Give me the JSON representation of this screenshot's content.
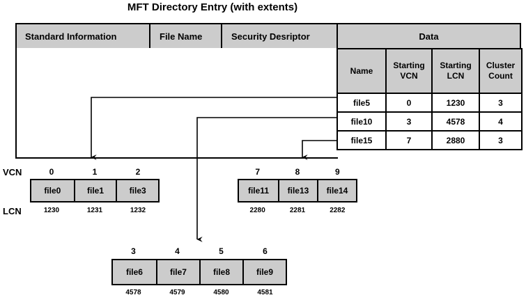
{
  "title": "MFT Directory Entry (with extents)",
  "mft_record": {
    "attributes": [
      {
        "label": "Standard Information"
      },
      {
        "label": "File Name"
      },
      {
        "label": "Security Desriptor"
      },
      {
        "label": "Data"
      }
    ]
  },
  "extents_table": {
    "columns": [
      "Name",
      "Starting VCN",
      "Starting LCN",
      "Cluster Count"
    ],
    "column_lines": [
      [
        "Name",
        ""
      ],
      [
        "Starting",
        "VCN"
      ],
      [
        "Starting",
        "LCN"
      ],
      [
        "Cluster",
        "Count"
      ]
    ],
    "rows": [
      {
        "name": "file5",
        "starting_vcn": "0",
        "starting_lcn": "1230",
        "cluster_count": "3"
      },
      {
        "name": "file10",
        "starting_vcn": "3",
        "starting_lcn": "4578",
        "cluster_count": "4"
      },
      {
        "name": "file15",
        "starting_vcn": "7",
        "starting_lcn": "2880",
        "cluster_count": "3"
      }
    ]
  },
  "axis_labels": {
    "vcn": "VCN",
    "lcn": "LCN"
  },
  "runs": [
    {
      "id": "run-a",
      "vcn": [
        "0",
        "1",
        "2"
      ],
      "entries": [
        "file0",
        "file1",
        "file3"
      ],
      "lcn": [
        "1230",
        "1231",
        "1232"
      ]
    },
    {
      "id": "run-b",
      "vcn": [
        "7",
        "8",
        "9"
      ],
      "entries": [
        "file11",
        "file13",
        "file14"
      ],
      "lcn": [
        "2280",
        "2281",
        "2282"
      ]
    },
    {
      "id": "run-c",
      "vcn": [
        "3",
        "4",
        "5",
        "6"
      ],
      "entries": [
        "file6",
        "file7",
        "file8",
        "file9"
      ],
      "lcn": [
        "4578",
        "4579",
        "4580",
        "4581"
      ]
    }
  ],
  "colors": {
    "fill": "#cccccc",
    "stroke": "#000000",
    "background": "#ffffff"
  }
}
